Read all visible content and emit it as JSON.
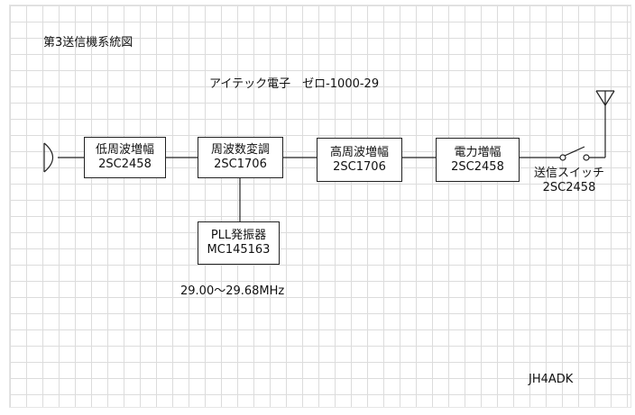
{
  "title": "第3送信機系統図",
  "subtitle": "アイテック電子　ゼロ-1000-29",
  "blocks": {
    "lf_amp": {
      "name": "低周波増幅",
      "part": "2SC2458"
    },
    "modulator": {
      "name": "周波数変調",
      "part": "2SC1706"
    },
    "pll": {
      "name": "PLL発振器",
      "part": "MC145163"
    },
    "hf_amp": {
      "name": "高周波増幅",
      "part": "2SC1706"
    },
    "power_amp": {
      "name": "電力増幅",
      "part": "2SC2458"
    }
  },
  "switch": {
    "name": "送信スイッチ",
    "part": "2SC2458"
  },
  "frequency_range": "29.00～29.68MHz",
  "author": "JH4ADK",
  "colors": {
    "line": "#222222",
    "grid": "#dcdcdc",
    "background": "#ffffff"
  }
}
